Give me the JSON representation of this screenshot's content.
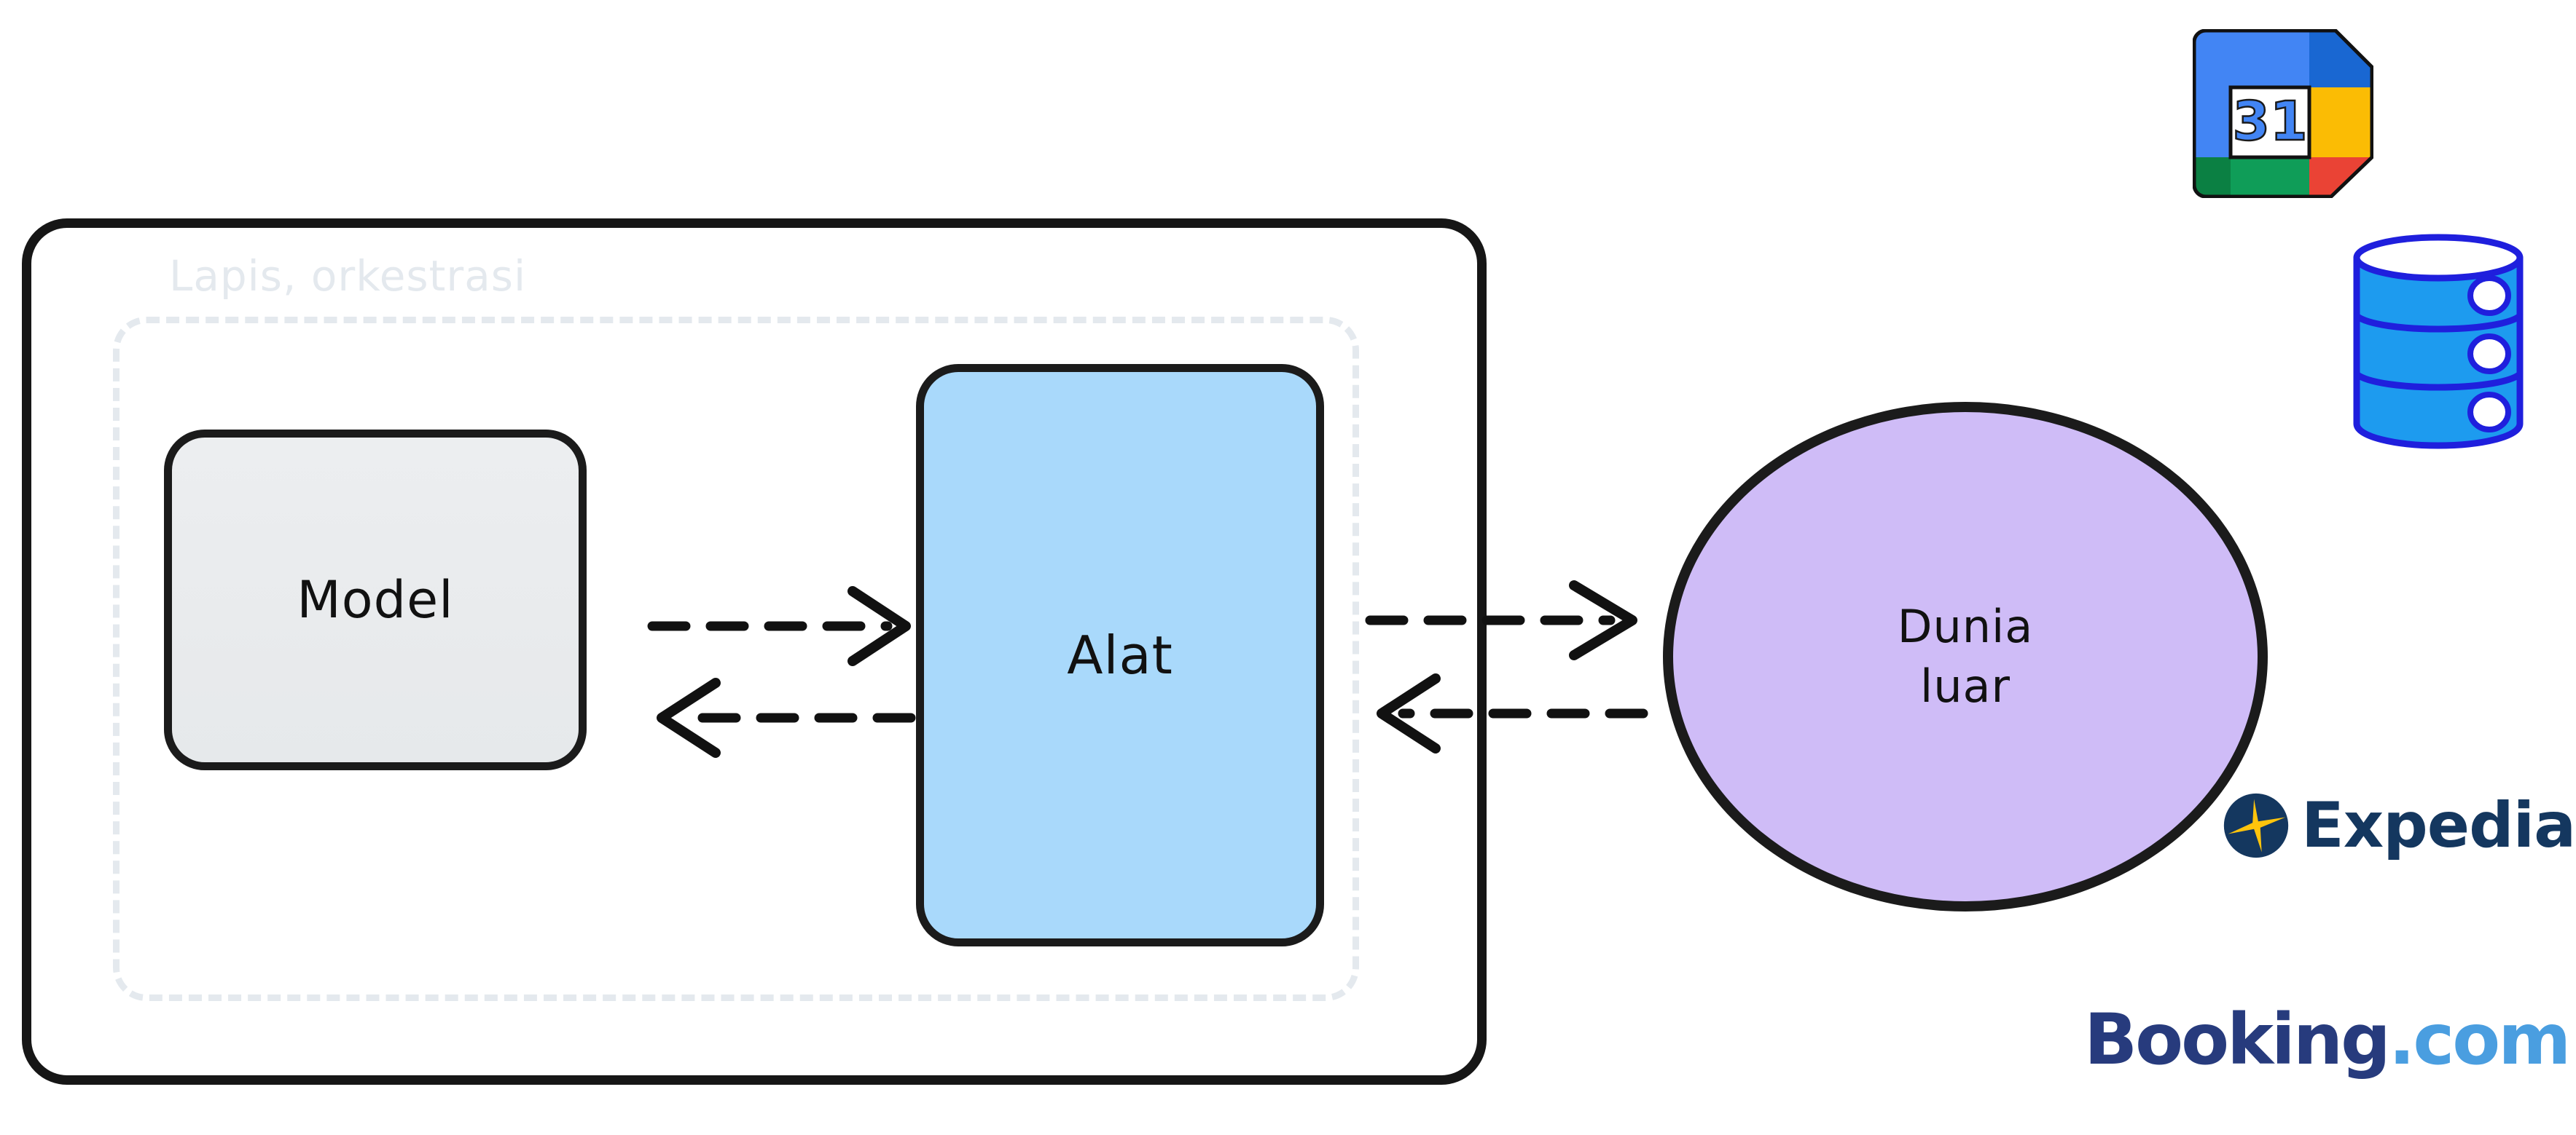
{
  "diagram": {
    "title": "",
    "orchestration_layer": {
      "label": "Lapis, orkestrasi",
      "label_color": "#e4e9ee",
      "border_color": "#161616"
    },
    "inner_boundary": {
      "style": "dashed",
      "color": "#e4e9ee"
    },
    "nodes": [
      {
        "id": "model",
        "label": "Model",
        "shape": "rounded-rect",
        "fill": "#e9ebed",
        "stroke": "#1b1b1b"
      },
      {
        "id": "tool",
        "label": "Alat",
        "shape": "rounded-rect",
        "fill": "#a9d9fb",
        "stroke": "#1b1b1b"
      },
      {
        "id": "outside-world",
        "label_line1": "Dunia",
        "label_line2": "luar",
        "shape": "circle",
        "fill": "#cfbcf7",
        "stroke": "#1b1b1b"
      }
    ],
    "edges": [
      {
        "id": "model-to-tool",
        "from": "model",
        "to": "tool",
        "style": "dashed",
        "direction": "right",
        "color": "#111111"
      },
      {
        "id": "tool-to-model",
        "from": "tool",
        "to": "model",
        "style": "dashed",
        "direction": "left",
        "color": "#111111"
      },
      {
        "id": "tool-to-world",
        "from": "tool",
        "to": "outside-world",
        "style": "dashed",
        "direction": "right",
        "color": "#111111"
      },
      {
        "id": "world-to-tool",
        "from": "outside-world",
        "to": "tool",
        "style": "dashed",
        "direction": "left",
        "color": "#111111"
      }
    ],
    "external_services": [
      {
        "id": "google-calendar",
        "name": "Google Calendar",
        "day_number": "31",
        "colors": {
          "blue": "#4285f4",
          "dark_blue": "#1967d2",
          "yellow": "#fbbc04",
          "green": "#0f9d58",
          "dark_green": "#0b8043",
          "red": "#ea4335",
          "date_text": "#4285f4"
        }
      },
      {
        "id": "database",
        "name": "Database",
        "fill": "#1d9bef",
        "stroke": "#1f1fdd"
      },
      {
        "id": "expedia",
        "word": "Expedia",
        "trademark": "®",
        "mark_fill": "#14375f",
        "plane_fill": "#ffc40c",
        "word_color": "#14375f"
      },
      {
        "id": "booking-com",
        "word_primary": "Booking",
        "word_secondary": ".com",
        "primary_color": "#273b7d",
        "secondary_color": "#4a9ee0"
      }
    ]
  }
}
